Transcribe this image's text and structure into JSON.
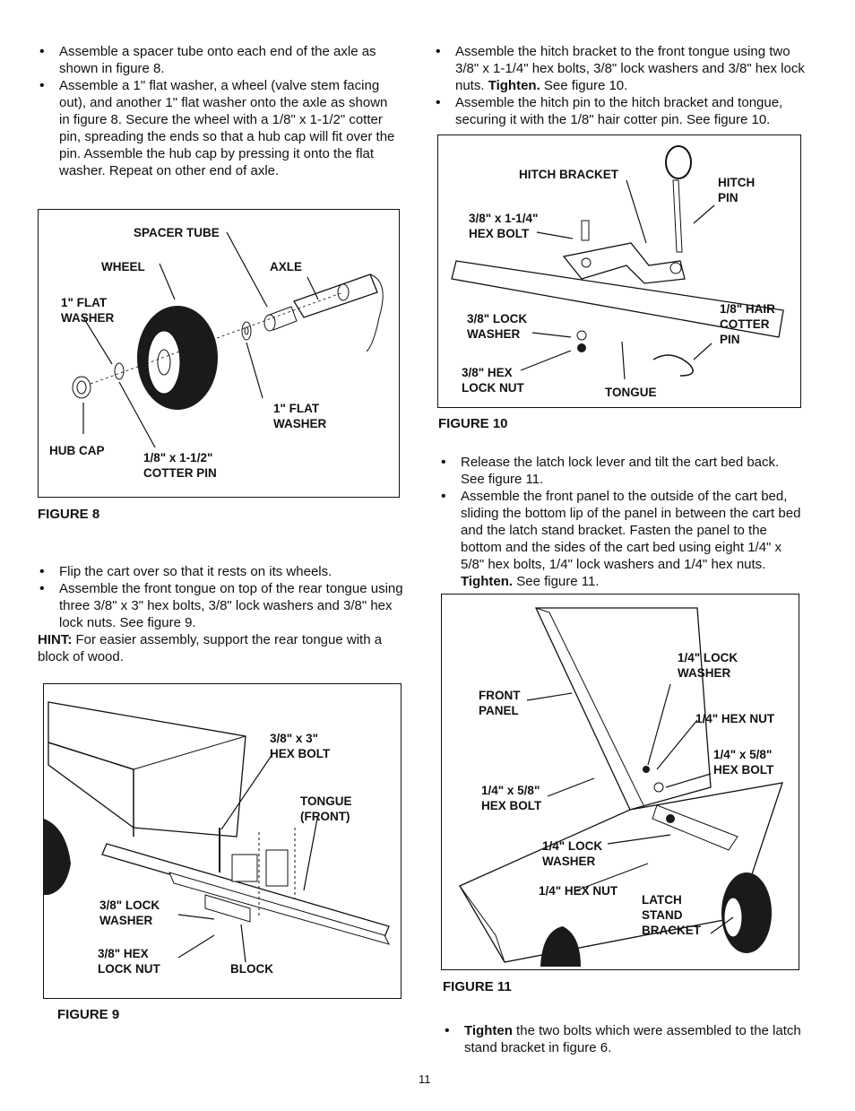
{
  "left": {
    "bullets1": [
      "Assemble a spacer tube onto each end of the axle as shown in figure 8.",
      "Assemble a 1\" flat washer, a wheel (valve stem facing out), and another 1\" flat washer onto the axle as shown in figure 8. Secure the wheel with a 1/8\" x 1-1/2\" cotter pin, spreading the ends so that a hub cap will fit over the pin. Assemble the hub cap by pressing it onto the flat washer. Repeat on other end of axle."
    ],
    "fig8": {
      "caption": "FIGURE 8",
      "labels": {
        "spacer_tube": "SPACER TUBE",
        "wheel": "WHEEL",
        "axle": "AXLE",
        "flat_washer_a": "1\" FLAT\nWASHER",
        "flat_washer_b": "1\" FLAT\nWASHER",
        "hub_cap": "HUB CAP",
        "cotter_pin": "1/8\" x 1-1/2\"\nCOTTER PIN"
      }
    },
    "bullets2": [
      "Flip the cart over so that it rests on its wheels.",
      "Assemble the front tongue on top of the rear tongue using three 3/8\" x 3\" hex bolts, 3/8\" lock washers and 3/8\" hex lock nuts. See figure 9."
    ],
    "hint_label": "HINT:",
    "hint_text": " For easier assembly, support the rear tongue with a block of wood.",
    "fig9": {
      "caption": "FIGURE 9",
      "labels": {
        "hex_bolt": "3/8\" x 3\"\nHEX BOLT",
        "tongue": "TONGUE\n(FRONT)",
        "lock_washer": "3/8\" LOCK\nWASHER",
        "hex_lock_nut": "3/8\" HEX\nLOCK NUT",
        "block": "BLOCK"
      }
    }
  },
  "right": {
    "bullets1": [
      "Assemble the hitch bracket to the front tongue using two 3/8\" x 1-1/4\" hex bolts, 3/8\" lock washers and 3/8\" hex lock nuts. |Tighten.| See figure 10.",
      "Assemble the hitch pin to the hitch bracket and tongue, securing it with the 1/8\" hair cotter pin. See figure 10."
    ],
    "b1_pre": "Assemble the hitch bracket to the front tongue using two 3/8\" x 1-1/4\" hex bolts, 3/8\" lock washers and 3/8\" hex lock nuts. ",
    "b1_bold": "Tighten.",
    "b1_post": " See figure 10.",
    "b2": "Assemble the hitch pin to the hitch bracket and tongue, securing it with the 1/8\" hair cotter pin. See figure 10.",
    "fig10": {
      "caption": "FIGURE 10",
      "labels": {
        "hitch_bracket": "HITCH BRACKET",
        "hitch_pin": "HITCH\nPIN",
        "hex_bolt": "3/8\" x 1-1/4\"\nHEX BOLT",
        "lock_washer": "3/8\" LOCK\nWASHER",
        "hair_cotter": "1/8\" HAIR\nCOTTER\nPIN",
        "hex_lock_nut": "3/8\" HEX\nLOCK NUT",
        "tongue": "TONGUE"
      }
    },
    "b3": "Release the latch lock lever and tilt the cart bed back. See figure 11.",
    "b4_pre": "Assemble the front panel to the outside of the cart bed, sliding the bottom lip of the panel in between the cart bed and the latch stand bracket. Fasten the panel to the bottom and the sides of the cart bed using eight 1/4\" x 5/8\" hex bolts, 1/4\" lock washers and 1/4\" hex nuts. ",
    "b4_bold": "Tighten.",
    "b4_post": " See figure 11.",
    "fig11": {
      "caption": "FIGURE 11",
      "labels": {
        "lock_washer_top": "1/4\" LOCK\nWASHER",
        "front_panel": "FRONT\nPANEL",
        "hex_nut_top": "1/4\" HEX NUT",
        "hex_bolt_right": "1/4\" x 5/8\"\nHEX BOLT",
        "hex_bolt_left": "1/4\" x 5/8\"\nHEX BOLT",
        "lock_washer_bottom": "1/4\" LOCK\nWASHER",
        "hex_nut_bottom": "1/4\" HEX NUT",
        "latch_bracket": "LATCH\nSTAND\nBRACKET"
      }
    },
    "last_bold": "Tighten",
    "last_text": " the two bolts which were assembled to the latch stand bracket in figure 6."
  },
  "page_number": "11"
}
